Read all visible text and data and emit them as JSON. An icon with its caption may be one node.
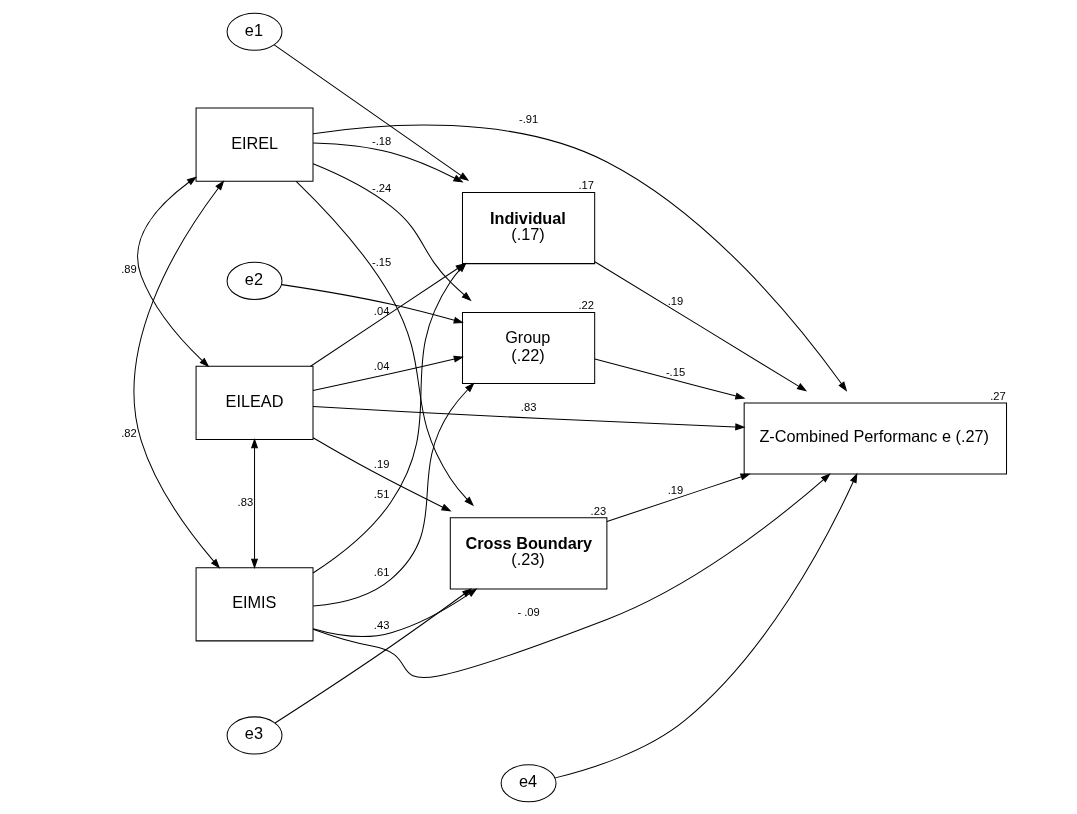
{
  "diagram": {
    "nodes": [
      {
        "text": [
          "e1"
        ]
      },
      {
        "text": [
          "EIREL"
        ]
      },
      {
        "text": [
          "Individual",
          "(.17)"
        ],
        "beside": [
          ".17"
        ]
      },
      {
        "text": [
          "e2"
        ]
      },
      {
        "text": [
          "EILEAD"
        ]
      },
      {
        "text": [
          "Group",
          "(.22)"
        ],
        "beside": [
          ".22"
        ]
      },
      {
        "text": [
          "Z-Combined Performanc e (.27)"
        ],
        "beside": [
          ".27"
        ]
      },
      {
        "text": [
          "EIMIS"
        ]
      },
      {
        "text": [
          "Cross Boundary",
          "(.23)"
        ],
        "beside": [
          ".23"
        ]
      },
      {
        "text": [
          "e4"
        ]
      },
      {
        "text": [
          "e3"
        ]
      }
    ],
    "edges": [
      {
        "from": 0,
        "to": 2,
        "arrow": "to"
      },
      {
        "from": 3,
        "to": 5,
        "arrow": "to"
      },
      {
        "from": 10,
        "to": 8,
        "arrow": "to"
      },
      {
        "from": 9,
        "to": 6,
        "arrow": "to"
      },
      {
        "from": 1,
        "to": 2,
        "arrow": "to",
        "label": "-.18"
      },
      {
        "from": 1,
        "to": 6,
        "arrow": "to",
        "label": "-.91"
      },
      {
        "from": 1,
        "to": 5,
        "arrow": "to",
        "label": "-.24"
      },
      {
        "from": 1,
        "to": 8,
        "arrow": "to",
        "label": "-.15"
      },
      {
        "from": 4,
        "to": 2,
        "arrow": "to",
        "label": ".04"
      },
      {
        "from": 4,
        "to": 5,
        "arrow": "to",
        "label": ".04"
      },
      {
        "from": 4,
        "to": 6,
        "arrow": "to",
        "label": ".83"
      },
      {
        "from": 4,
        "to": 8,
        "arrow": "to",
        "label": ".19"
      },
      {
        "from": 7,
        "to": 2,
        "arrow": "to",
        "label": ".51"
      },
      {
        "from": 7,
        "to": 5,
        "arrow": "to",
        "label": ".61"
      },
      {
        "from": 7,
        "to": 8,
        "arrow": "to",
        "label": ".43"
      },
      {
        "from": 7,
        "to": 6,
        "arrow": "to",
        "label": "- .09"
      },
      {
        "from": 2,
        "to": 6,
        "arrow": "to",
        "label": ".19"
      },
      {
        "from": 5,
        "to": 6,
        "arrow": "to",
        "label": "-.15"
      },
      {
        "from": 8,
        "to": 6,
        "arrow": "to",
        "label": ".19"
      },
      {
        "from": 1,
        "to": 4,
        "arrow": "both",
        "label": ".89"
      },
      {
        "from": 4,
        "to": 7,
        "arrow": "both",
        "label": ".83"
      },
      {
        "from": 1,
        "to": 7,
        "arrow": "both",
        "label": ".82"
      }
    ]
  }
}
